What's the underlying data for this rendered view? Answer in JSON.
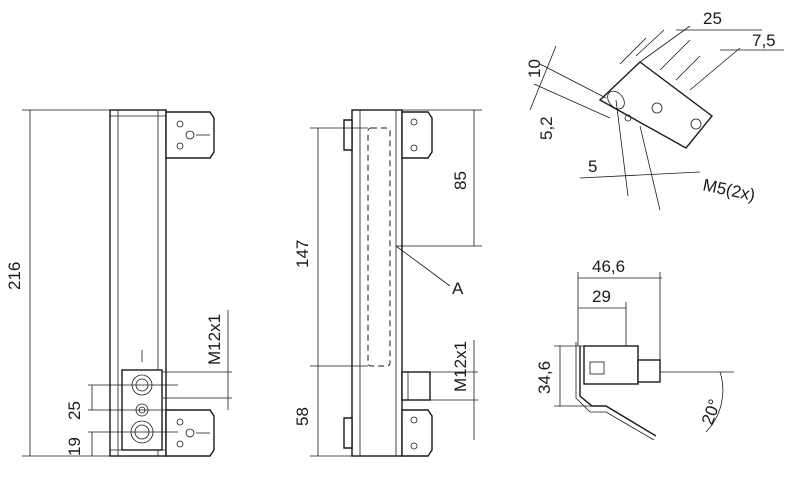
{
  "dimensions": {
    "overall_height": "216",
    "connector_thread_front": "M12x1",
    "dim_25": "25",
    "dim_19": "19",
    "sensing_length": "147",
    "dim_85": "85",
    "label_A": "A",
    "dim_58": "58",
    "connector_thread_side": "M12x1",
    "bracket_25": "25",
    "bracket_7_5": "7,5",
    "bracket_10": "10",
    "bracket_5_2": "5,2",
    "bracket_5": "5",
    "bracket_screws": "M5(2x)",
    "top_width": "46,6",
    "top_29": "29",
    "top_34_6": "34,6",
    "angle": "20°"
  }
}
